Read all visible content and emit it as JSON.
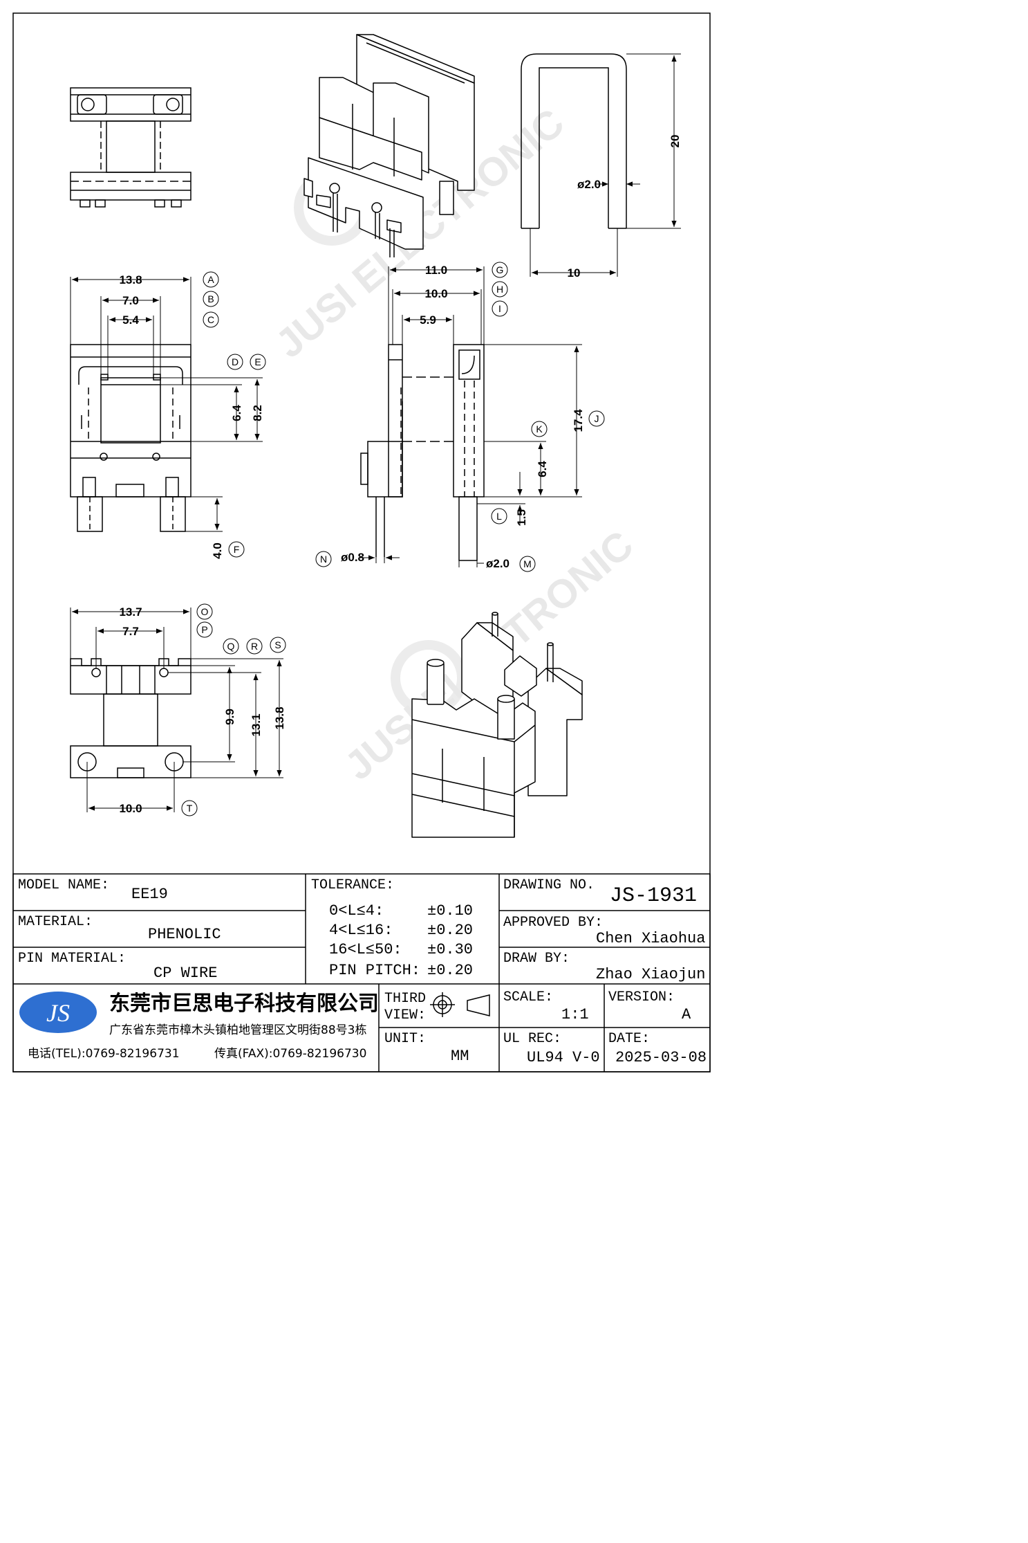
{
  "views": {
    "front": {
      "dims": {
        "overall_width": "13.8",
        "slot_width": "7.0",
        "inner_width": "5.4",
        "window_height": "6.4",
        "outer_height": "8.2",
        "pin_length": "4.0"
      },
      "markers": {
        "A": "A",
        "B": "B",
        "C": "C",
        "D": "D",
        "E": "E",
        "F": "F"
      }
    },
    "side": {
      "dims": {
        "flange_width": "11.0",
        "inner_flange": "10.0",
        "core_width": "5.9",
        "total_height": "17.4",
        "pin_height": "6.4",
        "standoff": "1.5",
        "small_pin_dia": "ø0.8",
        "large_pin_dia": "ø2.0"
      },
      "markers": {
        "G": "G",
        "H": "H",
        "I": "I",
        "J": "J",
        "K": "K",
        "L": "L",
        "M": "M",
        "N": "N"
      }
    },
    "bottom": {
      "dims": {
        "overall_width": "13.7",
        "pin_row": "7.7",
        "h1": "9.9",
        "h2": "13.1",
        "h3": "13.8",
        "pin_pitch": "10.0"
      },
      "markers": {
        "O": "O",
        "P": "P",
        "Q": "Q",
        "R": "R",
        "S": "S",
        "T": "T"
      }
    },
    "clip": {
      "dims": {
        "height": "20",
        "wire_dia": "ø2.0",
        "span": "10"
      }
    }
  },
  "watermark": "JUSI ELECTRONIC",
  "title_block": {
    "model_name_label": "MODEL NAME:",
    "model_name": "EE19",
    "material_label": "MATERIAL:",
    "material": "PHENOLIC",
    "pin_material_label": "PIN MATERIAL:",
    "pin_material": "CP WIRE",
    "tolerance_label": "TOLERANCE:",
    "tolerances": [
      {
        "range": "0<L≤4:",
        "value": "±0.10"
      },
      {
        "range": "4<L≤16:",
        "value": "±0.20"
      },
      {
        "range": "16<L≤50:",
        "value": "±0.30"
      },
      {
        "range": "PIN PITCH:",
        "value": "±0.20"
      }
    ],
    "drawing_no_label": "DRAWING NO.",
    "drawing_no": "JS-1931",
    "approved_by_label": "APPROVED BY:",
    "approved_by": "Chen Xiaohua",
    "draw_by_label": "DRAW BY:",
    "draw_by": "Zhao Xiaojun",
    "logo": "JS",
    "company": "东莞市巨思电子科技有限公司",
    "address": "广东省东莞市樟木头镇柏地管理区文明街88号3栋",
    "tel": "电话(TEL):0769-82196731",
    "fax": "传真(FAX):0769-82196730",
    "third_view_label_1": "THIRD",
    "third_view_label_2": "VIEW:",
    "unit_label": "UNIT:",
    "unit": "MM",
    "scale_label": "SCALE:",
    "scale": "1:1",
    "version_label": "VERSION:",
    "version": "A",
    "ul_rec_label": "UL REC:",
    "ul_rec": "UL94 V-0",
    "date_label": "DATE:",
    "date": "2025-03-08"
  },
  "colors": {
    "line": "#000000",
    "logo_fill": "#2e6fd1",
    "logo_text": "#ffffff",
    "watermark": "#e6e6e6"
  }
}
